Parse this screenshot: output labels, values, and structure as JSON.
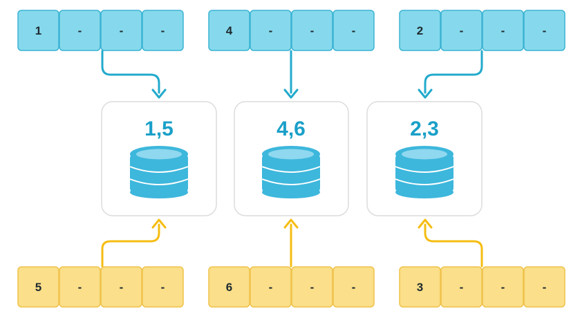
{
  "colors": {
    "blue_fill": "#86d9ec",
    "blue_stroke": "#3bb3d3",
    "blue_arrow": "#22aacc",
    "yellow_fill": "#fbdf8a",
    "yellow_stroke": "#efc24a",
    "yellow_arrow": "#f5bd12",
    "node_border": "#dcdcdc",
    "node_label": "#1aa0c8",
    "database": "#3db7dc",
    "database_top": "#8fd8ef"
  },
  "top_queues": [
    {
      "cells": [
        "1",
        "-",
        "-",
        "-"
      ]
    },
    {
      "cells": [
        "4",
        "-",
        "-",
        "-"
      ]
    },
    {
      "cells": [
        "2",
        "-",
        "-",
        "-"
      ]
    }
  ],
  "nodes": [
    {
      "label": "1,5",
      "icon": "database-icon"
    },
    {
      "label": "4,6",
      "icon": "database-icon"
    },
    {
      "label": "2,3",
      "icon": "database-icon"
    }
  ],
  "bottom_queues": [
    {
      "cells": [
        "5",
        "-",
        "-",
        "-"
      ]
    },
    {
      "cells": [
        "6",
        "-",
        "-",
        "-"
      ]
    },
    {
      "cells": [
        "3",
        "-",
        "-",
        "-"
      ]
    }
  ]
}
